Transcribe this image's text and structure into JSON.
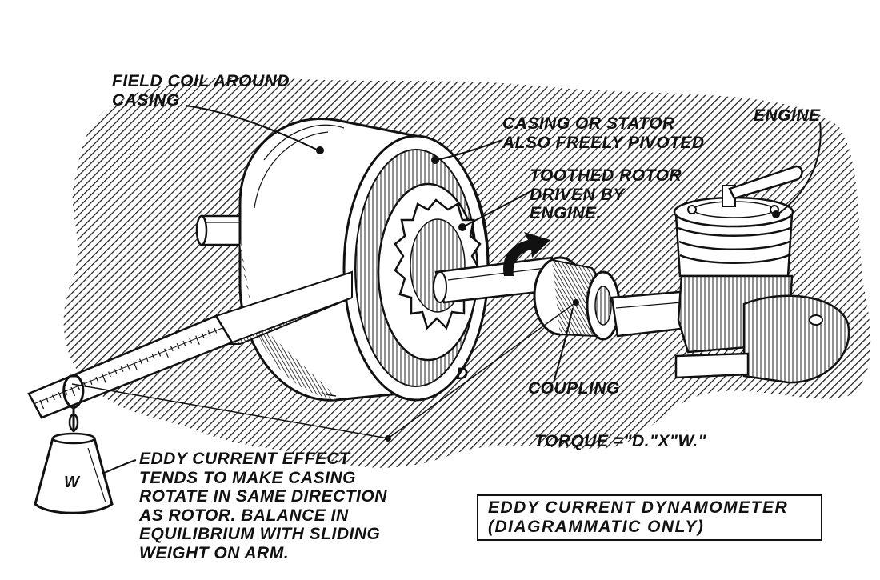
{
  "labels": {
    "field_coil": [
      "FIELD COIL AROUND",
      "CASING"
    ],
    "casing": [
      "CASING OR STATOR",
      "ALSO FREELY PIVOTED"
    ],
    "engine": "ENGINE",
    "rotor": [
      "TOOTHED ROTOR",
      "DRIVEN BY",
      "ENGINE."
    ],
    "coupling": "COUPLING",
    "distance": "D",
    "torque": "TORQUE =\"D.\"X\"W.\"",
    "weight": "W",
    "eddy_note": [
      "EDDY CURRENT EFFECT",
      "TENDS TO MAKE CASING",
      "ROTATE IN SAME DIRECTION",
      "AS ROTOR. BALANCE IN",
      "EQUILIBRIUM WITH SLIDING",
      "WEIGHT ON ARM."
    ]
  },
  "title": [
    "EDDY CURRENT DYNAMOMETER",
    "(DIAGRAMMATIC ONLY)"
  ]
}
